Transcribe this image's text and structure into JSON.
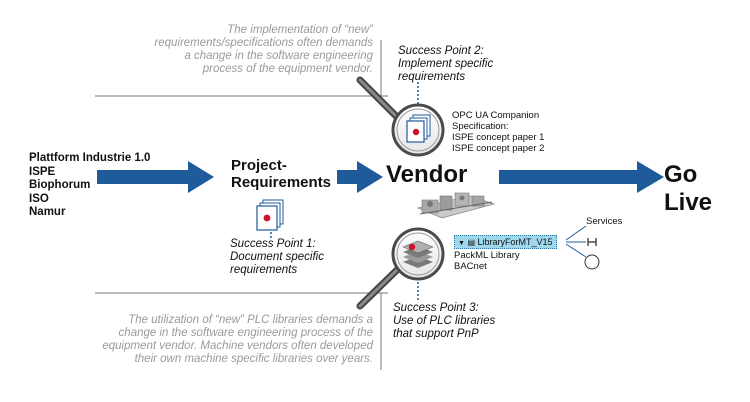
{
  "top_note": "The implementation of “new” requirements/specifications often demands a change in the software engineering process of the equipment vendor.",
  "bottom_note": "The utilization of “new” PLC libraries demands a change in the software engineering process of the equipment vendor. Machine vendors often developed their own machine specific libraries over years.",
  "standards": [
    "Plattform Industrie 1.0",
    "ISPE",
    "Biophorum",
    "ISO",
    "Namur"
  ],
  "stages": {
    "project_requirements": "Project-\nRequirements",
    "vendor": "Vendor",
    "go_live": "Go Live"
  },
  "success_points": {
    "sp1": "Success Point 1:\nDocument specific\nrequirements",
    "sp2": "Success Point 2:\nImplement specific\nrequirements",
    "sp3": "Success Point 3:\nUse of PLC libraries\nthat support PnP"
  },
  "spec_list": [
    "OPC UA Companion",
    "Specification:",
    "ISPE concept paper 1",
    "ISPE concept paper 2"
  ],
  "library": {
    "tag": "LibraryForMT_V15",
    "items": [
      "PackML Library",
      "BACnet"
    ],
    "services_label": "Services"
  },
  "colors": {
    "arrow_blue": "#1f5b9a",
    "red_dot": "#d0102a",
    "lens_gray": "#555555",
    "note_gray": "#9a9a9a"
  },
  "icons": [
    "magnifier-icon",
    "document-stack-icon",
    "machine-image",
    "interface-symbol-icon"
  ]
}
